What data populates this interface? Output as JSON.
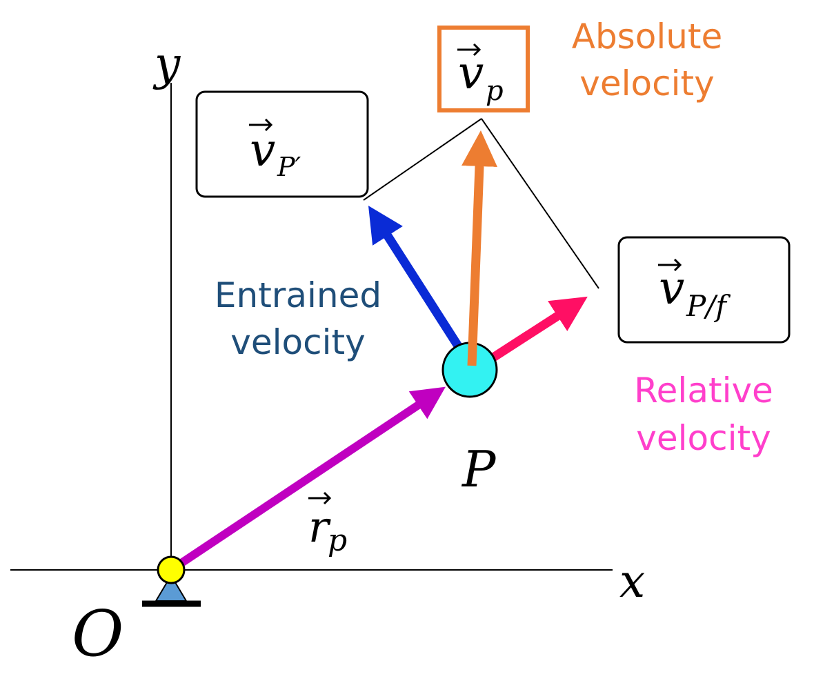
{
  "colors": {
    "axis": "#000000",
    "absolute": "#ED7D31",
    "entrained_label": "#1F4E79",
    "entrained_arrow": "#0A2BD6",
    "relative_label": "#FF3FCB",
    "relative_arrow": "#FF0F64",
    "position": "#C000C0",
    "point_fill": "#33F2F2",
    "origin_fill": "#FFFF00",
    "support_fill": "#5B9BD5"
  },
  "axes": {
    "x_label": "x",
    "y_label": "y",
    "origin_label": "O"
  },
  "point": {
    "label": "P"
  },
  "vectors": {
    "position": {
      "symbol": "r",
      "subscript": "p"
    },
    "absolute": {
      "symbol": "v",
      "subscript": "p",
      "caption_line1": "Absolute",
      "caption_line2": "velocity"
    },
    "entrained": {
      "symbol": "v",
      "subscript": "P′",
      "caption_line1": "Entrained",
      "caption_line2": "velocity"
    },
    "relative": {
      "symbol": "v",
      "subscript": "P/f",
      "caption_line1": "Relative",
      "caption_line2": "velocity"
    }
  }
}
